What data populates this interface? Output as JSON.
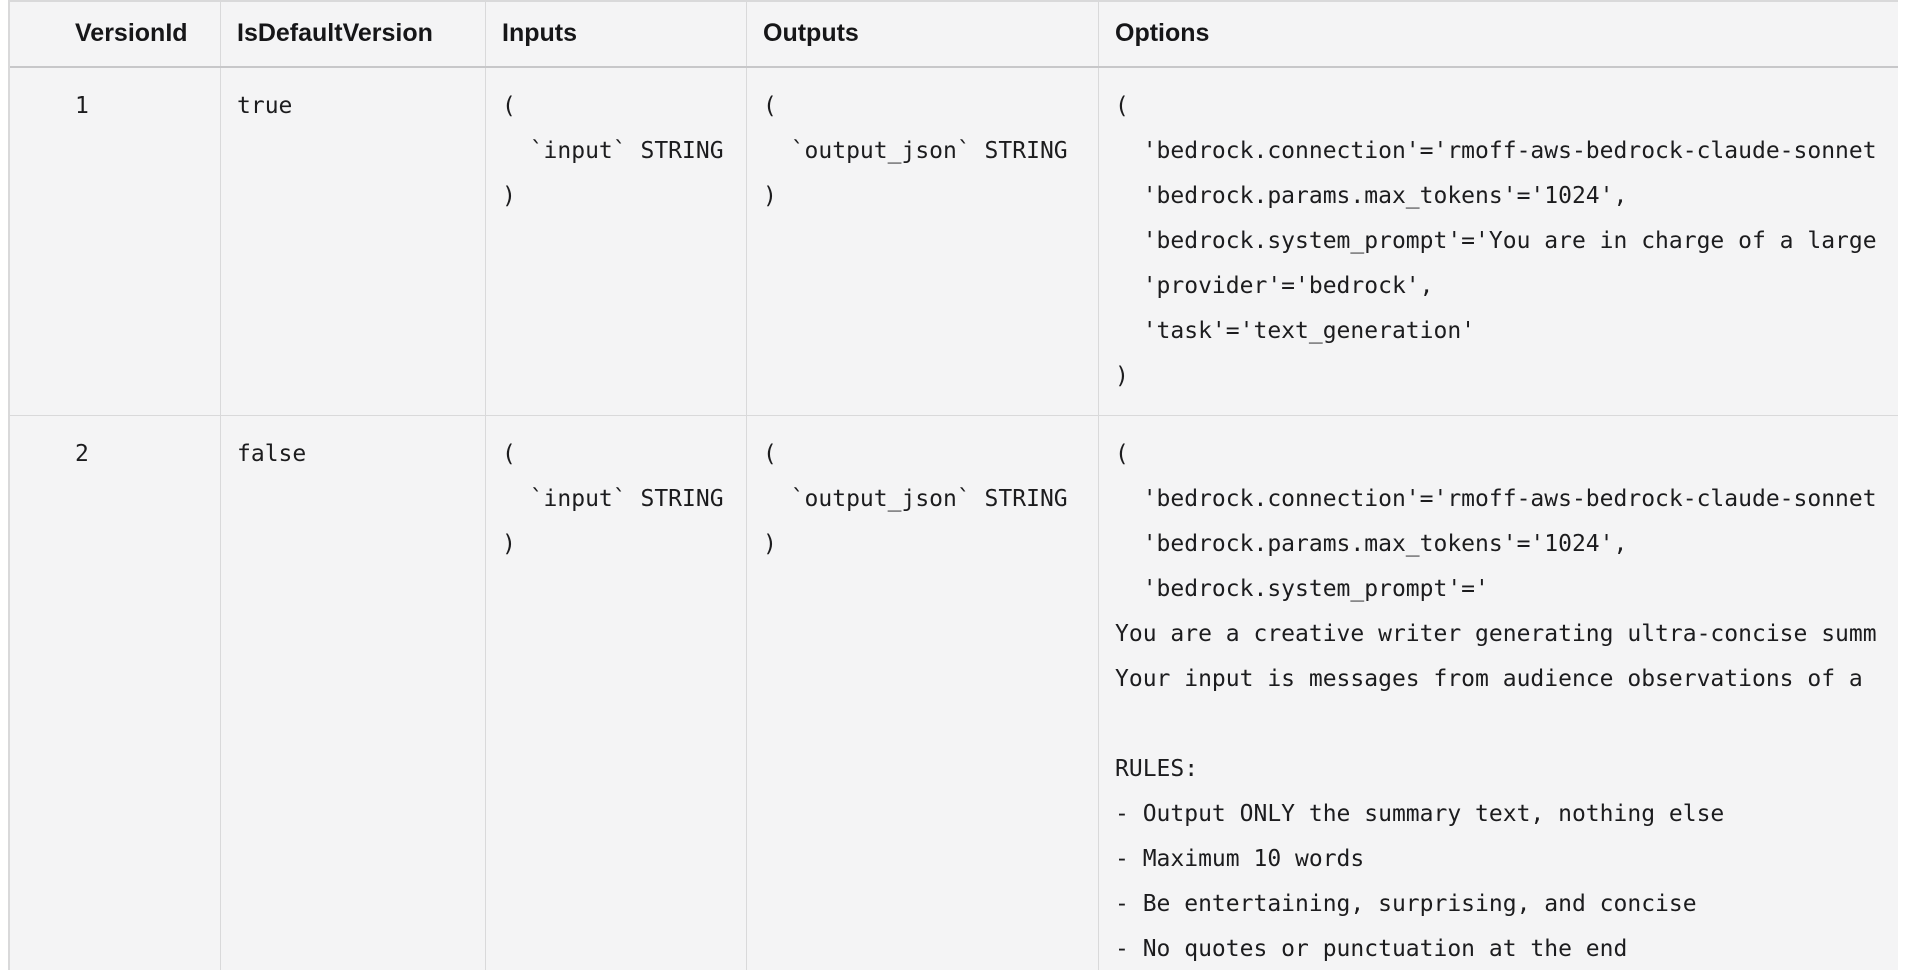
{
  "table": {
    "columns": [
      {
        "label": "VersionId"
      },
      {
        "label": "IsDefaultVersion"
      },
      {
        "label": "Inputs"
      },
      {
        "label": "Outputs"
      },
      {
        "label": "Options"
      }
    ],
    "rows": [
      {
        "version_id": "1",
        "is_default_version": "true",
        "inputs": "(\n  `input` STRING\n)",
        "outputs": "(\n  `output_json` STRING\n)",
        "options": "(\n  'bedrock.connection'='rmoff-aws-bedrock-claude-sonnet\n  'bedrock.params.max_tokens'='1024',\n  'bedrock.system_prompt'='You are in charge of a large\n  'provider'='bedrock',\n  'task'='text_generation'\n)"
      },
      {
        "version_id": "2",
        "is_default_version": "false",
        "inputs": "(\n  `input` STRING\n)",
        "outputs": "(\n  `output_json` STRING\n)",
        "options": "(\n  'bedrock.connection'='rmoff-aws-bedrock-claude-sonnet\n  'bedrock.params.max_tokens'='1024',\n  'bedrock.system_prompt'='\nYou are a creative writer generating ultra-concise summ\nYour input is messages from audience observations of a\n\nRULES:\n- Output ONLY the summary text, nothing else\n- Maximum 10 words\n- Be entertaining, surprising, and concise\n- No quotes or punctuation at the end"
      }
    ]
  },
  "colors": {
    "page_background": "#ffffff",
    "table_background": "#f4f4f5",
    "cell_border": "#d9d9da",
    "header_border": "#c7c7c9",
    "text": "#1c1c1e"
  }
}
